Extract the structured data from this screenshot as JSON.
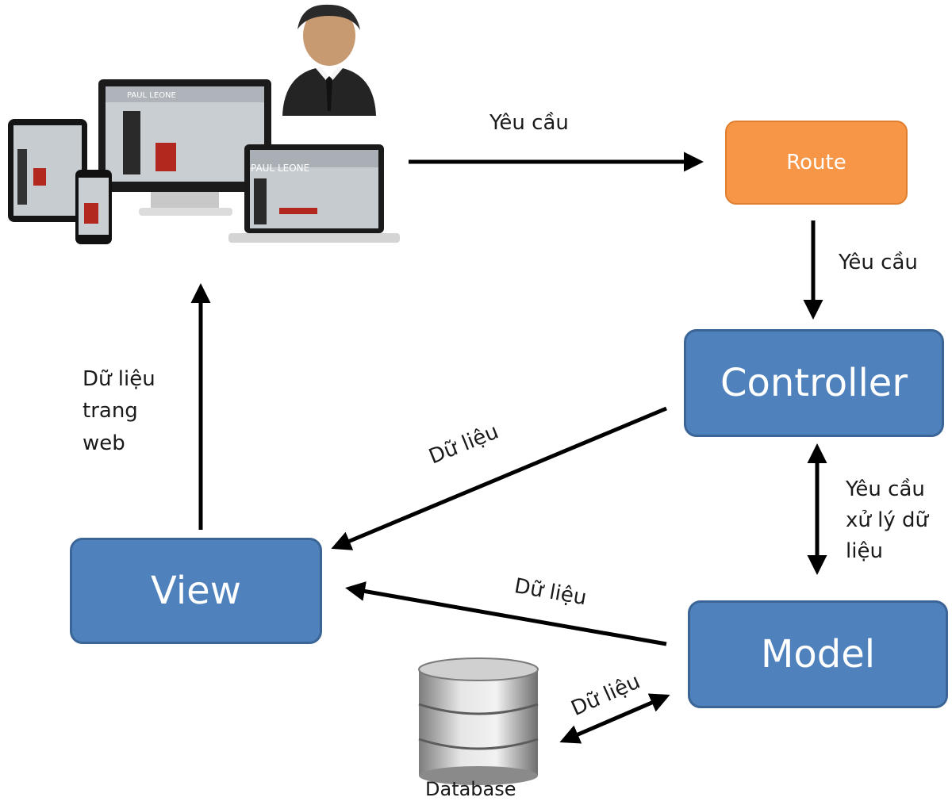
{
  "nodes": {
    "route": "Route",
    "controller": "Controller",
    "model": "Model",
    "view": "View",
    "database": "Database"
  },
  "labels": {
    "client_to_route": "Yêu cầu",
    "route_to_controller": "Yêu cầu",
    "controller_model": [
      "Yêu cầu",
      "xử lý dữ",
      "liệu"
    ],
    "controller_to_view": "Dữ liệu",
    "model_to_view": "Dữ liệu",
    "database_model": "Dữ liệu",
    "view_to_client": [
      "Dữ liệu",
      "trang",
      "web"
    ]
  },
  "devices": {
    "brand": "PAUL LEONE"
  },
  "colors": {
    "box_blue": "#4f81bd",
    "box_orange": "#f79646",
    "arrow": "#000000"
  }
}
